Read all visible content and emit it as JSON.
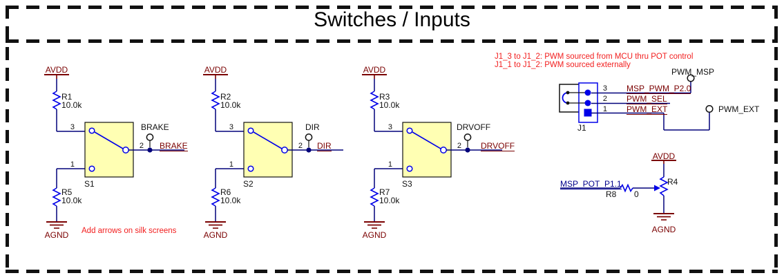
{
  "title": "Switches / Inputs",
  "notes": {
    "j1_note_line1": "J1_3 to J1_2: PWM sourced from MCU thru POT control",
    "j1_note_line2": "J1_1 to J1_2: PWM sourced externally",
    "silkscreen_note": "Add arrows on silk screens"
  },
  "colors": {
    "wire_navy": "#00007a",
    "symbol_blue": "#0000e8",
    "power_maroon": "#7a0000",
    "note_red": "#f21e1e",
    "switch_fill": "#ffffb3",
    "outline_black": "#111111"
  },
  "switch_circuits": [
    {
      "designator": "S1",
      "rail_top": "AVDD",
      "rail_bottom": "AGND",
      "pullup_ref": "R1",
      "pullup_value": "10.0k",
      "pulldown_ref": "R5",
      "pulldown_value": "10.0k",
      "pin_top": "3",
      "pin_bottom": "1",
      "pin_out": "2",
      "testpoint_label": "BRAKE",
      "net_label": "BRAKE"
    },
    {
      "designator": "S2",
      "rail_top": "AVDD",
      "rail_bottom": "AGND",
      "pullup_ref": "R2",
      "pullup_value": "10.0k",
      "pulldown_ref": "R6",
      "pulldown_value": "10.0k",
      "pin_top": "3",
      "pin_bottom": "1",
      "pin_out": "2",
      "testpoint_label": "DIR",
      "net_label": "DIR"
    },
    {
      "designator": "S3",
      "rail_top": "AVDD",
      "rail_bottom": "AGND",
      "pullup_ref": "R3",
      "pullup_value": "10.0k",
      "pulldown_ref": "R7",
      "pulldown_value": "10.0k",
      "pin_top": "3",
      "pin_bottom": "1",
      "pin_out": "2",
      "testpoint_label": "DRVOFF",
      "net_label": "DRVOFF"
    }
  ],
  "jumper": {
    "designator": "J1",
    "pins": [
      {
        "number": "3",
        "net": "MSP_PWM_P2.0"
      },
      {
        "number": "2",
        "net": "PWM_SEL"
      },
      {
        "number": "1",
        "net": "PWM_EXT"
      }
    ],
    "testpoint_msp": "PWM_MSP",
    "testpoint_ext": "PWM_EXT"
  },
  "pot_circuit": {
    "rail_top": "AVDD",
    "rail_bottom": "AGND",
    "pot_ref": "R4",
    "series_ref": "R8",
    "series_value": "0",
    "net_label": "MSP_POT_P1.1"
  }
}
